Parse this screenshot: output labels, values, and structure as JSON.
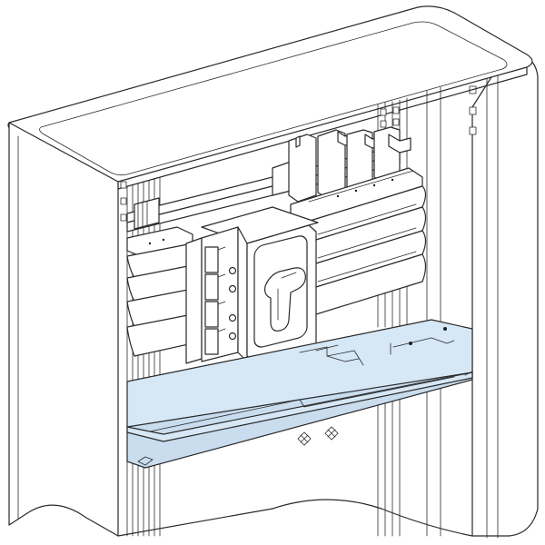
{
  "colors": {
    "outline": "#2a2a2a",
    "enclosure_fill": "#ffffff",
    "mounting_plate": "#d6e7f5",
    "mounting_plate_edge": "#c9ddef"
  },
  "components": [
    "enclosure",
    "enclosure-roof",
    "left-side-panel",
    "right-door-panel",
    "rear-uprights",
    "left-busbar-module",
    "switch-disconnector",
    "rotary-handle",
    "right-busbar-module",
    "top-terminal-connectors",
    "mounting-plate",
    "fixing-screws"
  ]
}
